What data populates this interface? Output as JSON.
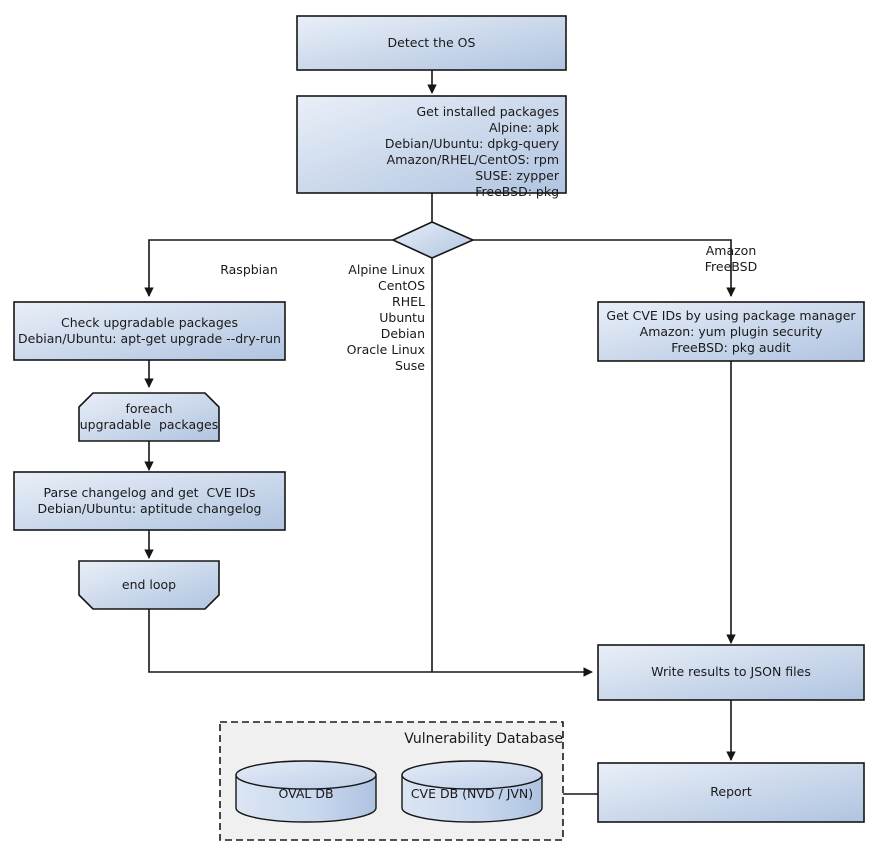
{
  "diagram": {
    "title": "Vuls scan workflow flowchart",
    "colors": {
      "box_fill_light": "#e9eff8",
      "box_fill_dark": "#b0c4e0",
      "stroke": "#161616",
      "group_fill": "#f0f0f0",
      "group_stroke": "#1a1a1a",
      "text": "#1a1a1a"
    },
    "nodes": {
      "detect_os": {
        "label": "Detect the OS",
        "align": "center"
      },
      "get_installed_packages": {
        "label": "Get installed packages\nAlpine: apk\nDebian/Ubuntu: dpkg-query\nAmazon/RHEL/CentOS: rpm\nSUSE: zypper\nFreeBSD: pkg",
        "align": "right"
      },
      "decision": {
        "label": "",
        "align": "center"
      },
      "check_upgradable": {
        "label": "Check upgradable packages\nDebian/Ubuntu: apt-get upgrade --dry-run",
        "align": "center"
      },
      "foreach_loop": {
        "label": "foreach\nupgradable  packages",
        "align": "center"
      },
      "parse_changelog": {
        "label": "Parse changelog and get  CVE IDs\nDebian/Ubuntu: aptitude changelog",
        "align": "center"
      },
      "end_loop": {
        "label": "end loop",
        "align": "center"
      },
      "get_cve_ids": {
        "label": "Get CVE IDs by using package manager\nAmazon: yum plugin security\nFreeBSD: pkg audit",
        "align": "center"
      },
      "write_results": {
        "label": "Write results to JSON files",
        "align": "center"
      },
      "report": {
        "label": "Report",
        "align": "center"
      }
    },
    "edge_labels": {
      "raspbian": "Raspbian",
      "middle_branch": "Alpine Linux\nCentOS\nRHEL\nUbuntu\nDebian\nOracle Linux\nSuse",
      "right_branch": "Amazon\nFreeBSD"
    },
    "group": {
      "title": "Vulnerability Database",
      "databases": [
        {
          "label": "OVAL DB"
        },
        {
          "label": "CVE DB (NVD / JVN)"
        }
      ]
    }
  }
}
